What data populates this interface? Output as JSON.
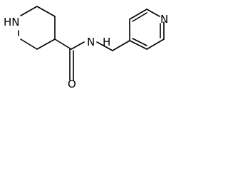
{
  "structure": {
    "atoms": {
      "piperidine_nh": "HN",
      "amide_n": "N",
      "amide_h": "H",
      "carbonyl_o": "O",
      "pyridine_n": "N"
    },
    "colors": {
      "bond": "#000000",
      "label": "#000000",
      "background": "#ffffff"
    }
  }
}
